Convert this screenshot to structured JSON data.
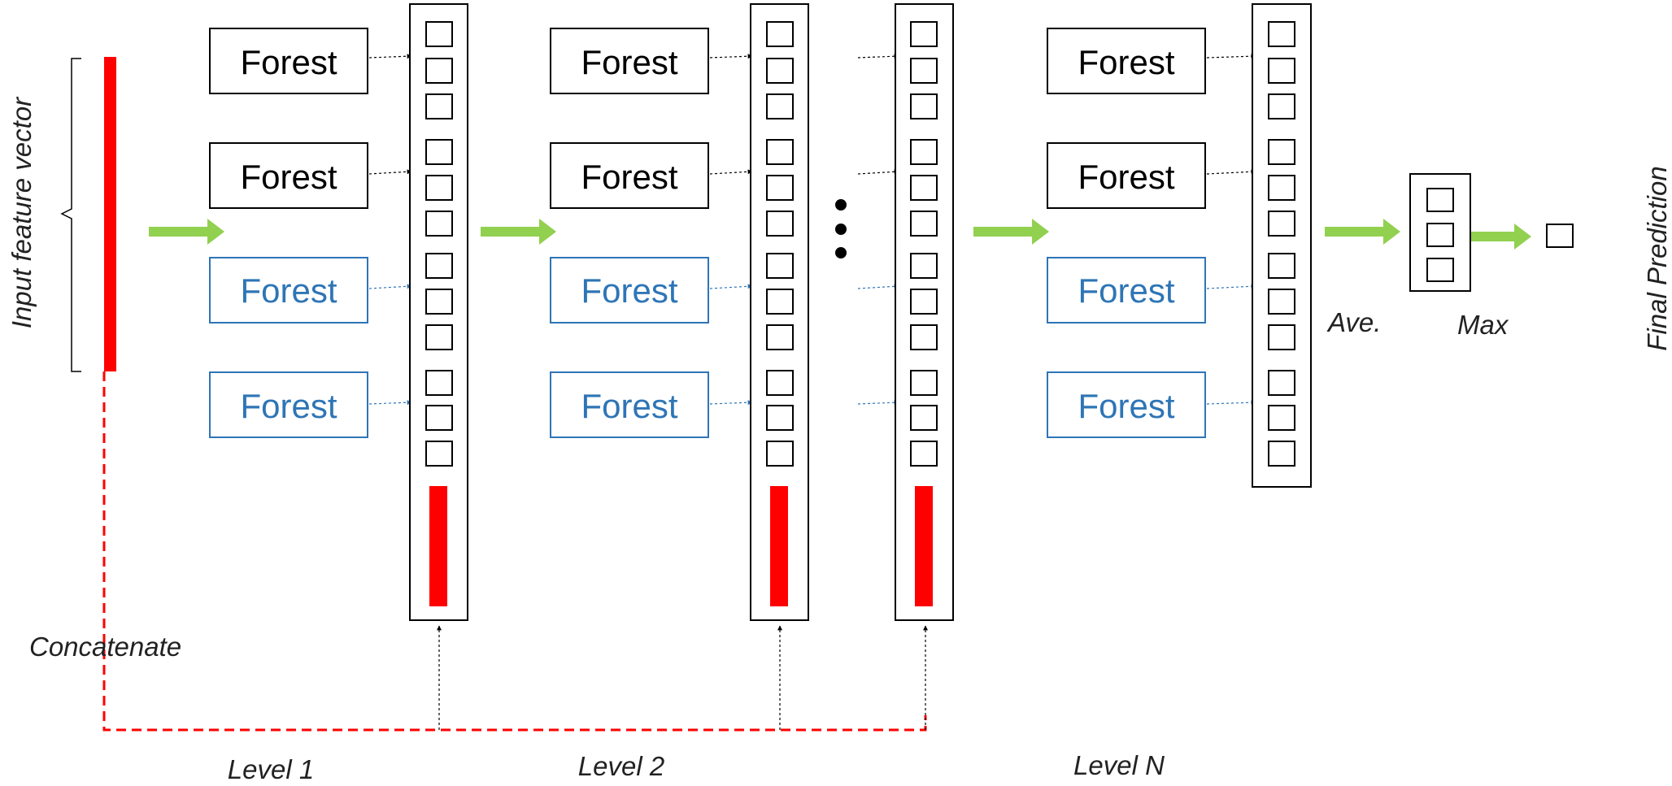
{
  "labels": {
    "input_feature_vector": "Input feature vector",
    "concatenate": "Concatenate",
    "ave": "Ave.",
    "max": "Max",
    "final_prediction": "Final Prediction",
    "ellipsis": "•"
  },
  "levels": [
    {
      "label": "Level 1",
      "forests": [
        "Forest",
        "Forest",
        "Forest",
        "Forest"
      ]
    },
    {
      "label": "Level 2",
      "forests": [
        "Forest",
        "Forest",
        "Forest",
        "Forest"
      ]
    },
    {
      "label": "Level N",
      "forests": [
        "Forest",
        "Forest",
        "Forest",
        "Forest"
      ]
    }
  ],
  "colors": {
    "forest_black": "#000000",
    "forest_blue": "#2e75b6",
    "blue_arrow": "#2e75b6",
    "red": "#ff0000",
    "green_arrow": "#92d050",
    "stroke": "#000000"
  }
}
